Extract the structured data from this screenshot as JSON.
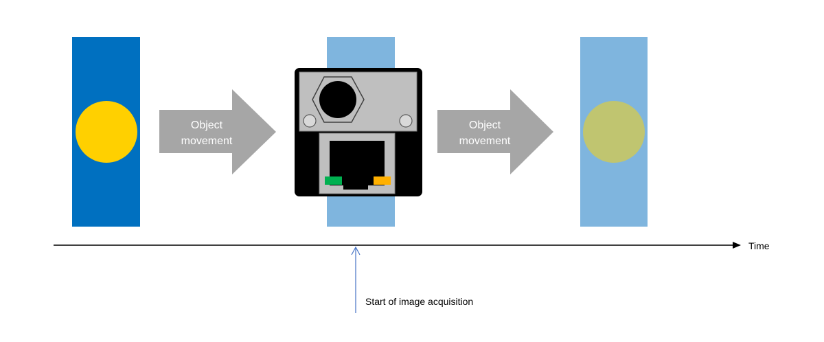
{
  "arrows": [
    {
      "line1": "Object",
      "line2": "movement"
    },
    {
      "line1": "Object",
      "line2": "movement"
    }
  ],
  "timeline": {
    "label": "Time"
  },
  "acquisition": {
    "label": "Start of image acquisition"
  },
  "colors": {
    "bar_dark": "#0070C0",
    "bar_light": "#7FB5DE",
    "object_bright": "#FFD000",
    "object_faded": "#C0C570",
    "arrow_fill": "#A6A6A6",
    "arrow_text": "#FFFFFF",
    "camera_body": "#000000",
    "camera_plate": "#BFBFBF",
    "led_green": "#00B050",
    "led_orange": "#FFB000",
    "pointer_line": "#4472C4"
  }
}
